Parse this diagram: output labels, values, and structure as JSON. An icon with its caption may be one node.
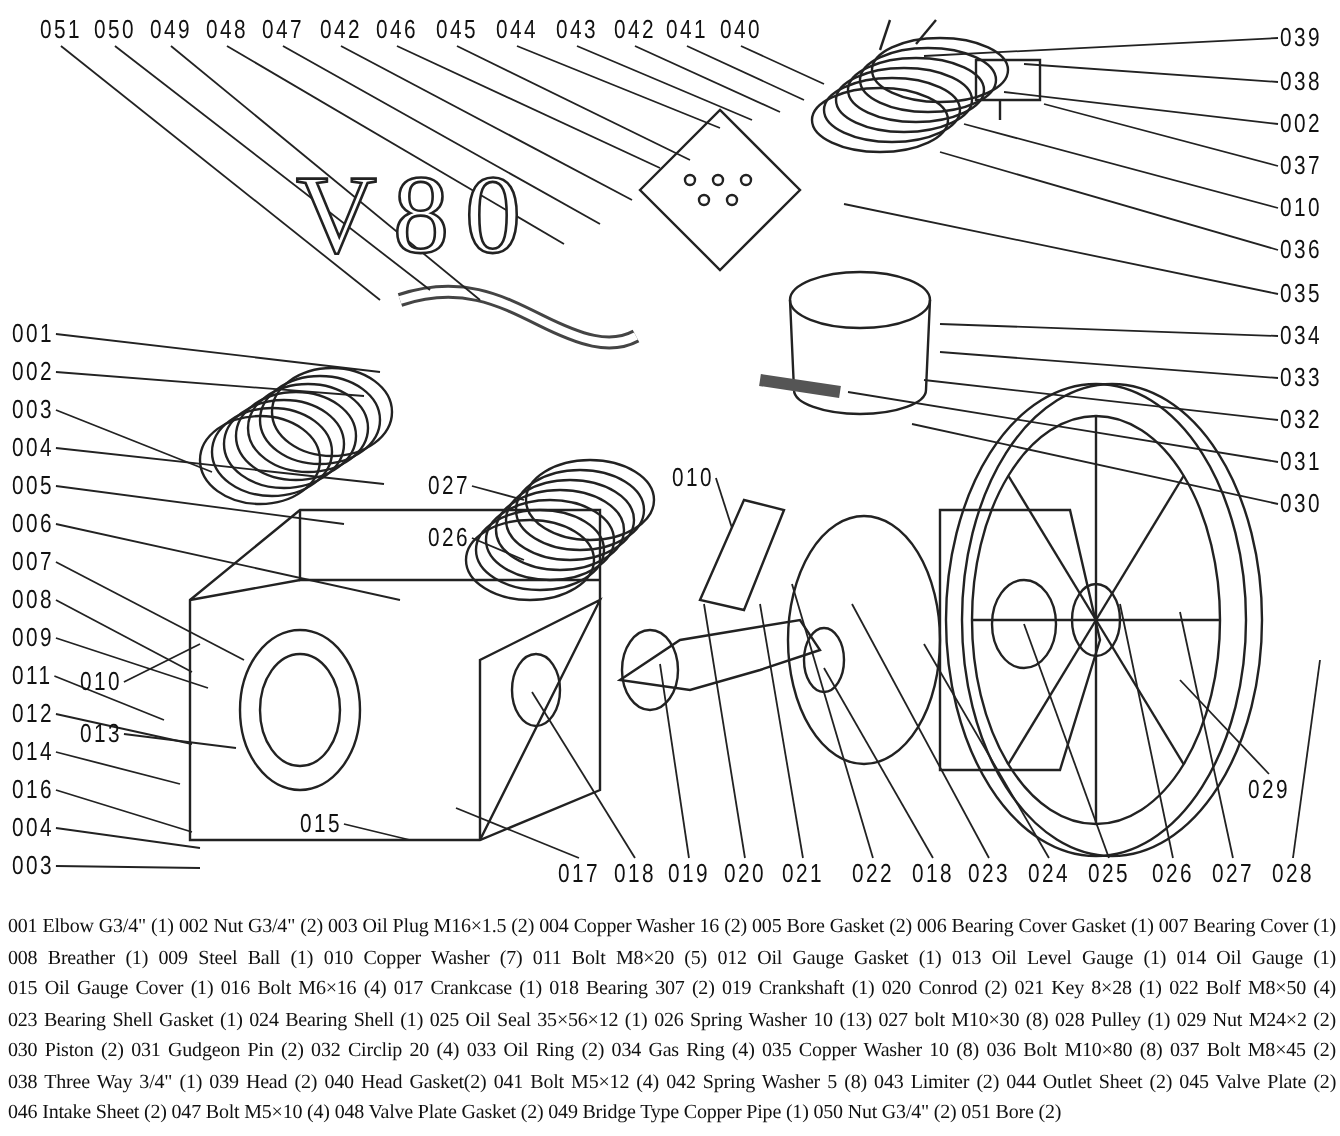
{
  "diagram": {
    "nodes": [
      {
        "text": [
          "051"
        ]
      },
      {
        "text": [
          "050"
        ]
      },
      {
        "text": [
          "049"
        ]
      },
      {
        "text": [
          "048"
        ]
      },
      {
        "text": [
          "047"
        ]
      },
      {
        "text": [
          "042"
        ]
      },
      {
        "text": [
          "046"
        ]
      },
      {
        "text": [
          "045"
        ]
      },
      {
        "text": [
          "044"
        ]
      },
      {
        "text": [
          "043"
        ]
      },
      {
        "text": [
          "042"
        ]
      },
      {
        "text": [
          "041"
        ]
      },
      {
        "text": [
          "040"
        ]
      },
      {
        "text": [
          "039"
        ]
      },
      {
        "text": [
          "038"
        ]
      },
      {
        "text": [
          "002"
        ]
      },
      {
        "text": [
          "037"
        ]
      },
      {
        "text": [
          "010"
        ]
      },
      {
        "text": [
          "036"
        ]
      },
      {
        "text": [
          "035"
        ]
      },
      {
        "text": [
          "034"
        ]
      },
      {
        "text": [
          "033"
        ]
      },
      {
        "text": [
          "032"
        ]
      },
      {
        "text": [
          "031"
        ]
      },
      {
        "text": [
          "030"
        ]
      },
      {
        "text": [
          "001"
        ]
      },
      {
        "text": [
          "002"
        ]
      },
      {
        "text": [
          "003"
        ]
      },
      {
        "text": [
          "004"
        ]
      },
      {
        "text": [
          "005"
        ]
      },
      {
        "text": [
          "006"
        ]
      },
      {
        "text": [
          "007"
        ]
      },
      {
        "text": [
          "008"
        ]
      },
      {
        "text": [
          "009"
        ]
      },
      {
        "text": [
          "010"
        ]
      },
      {
        "text": [
          "011"
        ]
      },
      {
        "text": [
          "012"
        ]
      },
      {
        "text": [
          "013"
        ]
      },
      {
        "text": [
          "014"
        ]
      },
      {
        "text": [
          "015"
        ]
      },
      {
        "text": [
          "016"
        ]
      },
      {
        "text": [
          "004"
        ]
      },
      {
        "text": [
          "003"
        ]
      },
      {
        "text": [
          "027"
        ]
      },
      {
        "text": [
          "026"
        ]
      },
      {
        "text": [
          "010"
        ]
      },
      {
        "text": [
          "029"
        ]
      },
      {
        "text": [
          "017"
        ]
      },
      {
        "text": [
          "018"
        ]
      },
      {
        "text": [
          "019"
        ]
      },
      {
        "text": [
          "020"
        ]
      },
      {
        "text": [
          "021"
        ]
      },
      {
        "text": [
          "022"
        ]
      },
      {
        "text": [
          "018"
        ]
      },
      {
        "text": [
          "023"
        ]
      },
      {
        "text": [
          "024"
        ]
      },
      {
        "text": [
          "025"
        ]
      },
      {
        "text": [
          "026"
        ]
      },
      {
        "text": [
          "027"
        ]
      },
      {
        "text": [
          "028"
        ]
      }
    ],
    "edges": [
      {
        "from": 0,
        "to": null,
        "arrow": "none"
      },
      {
        "from": 1,
        "to": null,
        "arrow": "none"
      },
      {
        "from": 2,
        "to": null,
        "arrow": "none"
      },
      {
        "from": 3,
        "to": null,
        "arrow": "none"
      },
      {
        "from": 4,
        "to": null,
        "arrow": "none"
      },
      {
        "from": 5,
        "to": null,
        "arrow": "none"
      },
      {
        "from": 6,
        "to": null,
        "arrow": "none"
      },
      {
        "from": 7,
        "to": null,
        "arrow": "none"
      },
      {
        "from": 8,
        "to": null,
        "arrow": "none"
      },
      {
        "from": 9,
        "to": null,
        "arrow": "none"
      },
      {
        "from": 10,
        "to": null,
        "arrow": "none"
      },
      {
        "from": 11,
        "to": null,
        "arrow": "none"
      },
      {
        "from": 12,
        "to": null,
        "arrow": "none"
      },
      {
        "from": 13,
        "to": null,
        "arrow": "none"
      },
      {
        "from": 14,
        "to": null,
        "arrow": "none"
      },
      {
        "from": 15,
        "to": null,
        "arrow": "none"
      },
      {
        "from": 16,
        "to": null,
        "arrow": "none"
      },
      {
        "from": 17,
        "to": null,
        "arrow": "none"
      },
      {
        "from": 18,
        "to": null,
        "arrow": "none"
      },
      {
        "from": 19,
        "to": null,
        "arrow": "none"
      },
      {
        "from": 20,
        "to": null,
        "arrow": "none"
      },
      {
        "from": 21,
        "to": null,
        "arrow": "none"
      },
      {
        "from": 22,
        "to": null,
        "arrow": "none"
      },
      {
        "from": 23,
        "to": null,
        "arrow": "none"
      },
      {
        "from": 24,
        "to": null,
        "arrow": "none"
      },
      {
        "from": 25,
        "to": null,
        "arrow": "none"
      },
      {
        "from": 26,
        "to": null,
        "arrow": "none"
      },
      {
        "from": 27,
        "to": null,
        "arrow": "none"
      },
      {
        "from": 28,
        "to": null,
        "arrow": "none"
      },
      {
        "from": 29,
        "to": null,
        "arrow": "none"
      },
      {
        "from": 30,
        "to": null,
        "arrow": "none"
      },
      {
        "from": 31,
        "to": null,
        "arrow": "none"
      },
      {
        "from": 32,
        "to": null,
        "arrow": "none"
      },
      {
        "from": 33,
        "to": null,
        "arrow": "none"
      },
      {
        "from": 34,
        "to": null,
        "arrow": "none"
      },
      {
        "from": 35,
        "to": null,
        "arrow": "none"
      },
      {
        "from": 36,
        "to": null,
        "arrow": "none"
      },
      {
        "from": 37,
        "to": null,
        "arrow": "none"
      },
      {
        "from": 38,
        "to": null,
        "arrow": "none"
      },
      {
        "from": 39,
        "to": null,
        "arrow": "none"
      },
      {
        "from": 40,
        "to": null,
        "arrow": "none"
      },
      {
        "from": 41,
        "to": null,
        "arrow": "none"
      },
      {
        "from": 42,
        "to": null,
        "arrow": "none"
      },
      {
        "from": 43,
        "to": null,
        "arrow": "none"
      },
      {
        "from": 44,
        "to": null,
        "arrow": "none"
      },
      {
        "from": 45,
        "to": null,
        "arrow": "none"
      },
      {
        "from": 46,
        "to": null,
        "arrow": "none"
      },
      {
        "from": 47,
        "to": null,
        "arrow": "none"
      },
      {
        "from": 48,
        "to": null,
        "arrow": "none"
      },
      {
        "from": 49,
        "to": null,
        "arrow": "none"
      },
      {
        "from": 50,
        "to": null,
        "arrow": "none"
      },
      {
        "from": 51,
        "to": null,
        "arrow": "none"
      },
      {
        "from": 52,
        "to": null,
        "arrow": "none"
      },
      {
        "from": 53,
        "to": null,
        "arrow": "none"
      },
      {
        "from": 54,
        "to": null,
        "arrow": "none"
      },
      {
        "from": 55,
        "to": null,
        "arrow": "none"
      },
      {
        "from": 56,
        "to": null,
        "arrow": "none"
      },
      {
        "from": 57,
        "to": null,
        "arrow": "none"
      },
      {
        "from": 58,
        "to": null,
        "arrow": "none"
      },
      {
        "from": 59,
        "to": null,
        "arrow": "none"
      }
    ],
    "labels": [
      "V80",
      "001 Elbow G3/4\" (1)",
      "002 Nut G3/4\" (2)",
      "003 Oil Plug M16×1.5 (2)",
      "004 Copper Washer 16 (2)",
      "005 Bore Gasket (2)",
      "006 Bearing Cover Gasket (1)",
      "007 Bearing Cover (1)",
      "008 Breather (1)",
      "009 Steel Ball (1)",
      "010 Copper Washer (7)",
      "011 Bolt M8×20 (5)",
      "012 Oil Gauge Gasket (1)",
      "013 Oil Level Gauge (1)",
      "014 Oil Gauge (1)",
      "015 Oil Gauge Cover (1)",
      "016 Bolt M6×16 (4)",
      "017 Crankcase (1)",
      "018 Bearing 307 (2)",
      "019 Crankshaft (1)",
      "020 Conrod (2)",
      "021 Key 8×28 (1)",
      "022 Bolf M8×50 (4)",
      "023 Bearing Shell Gasket (1)",
      "024 Bearing Shell (1)",
      "025 Oil Seal 35×56×12 (1)",
      "026 Spring Washer 10 (13)",
      "027 bolt M10×30 (8)",
      "028 Pulley (1)",
      "029 Nut M24×2 (2)",
      "030 Piston (2)",
      "031 Gudgeon Pin (2)",
      "032 Circlip 20 (4)",
      "033 Oil Ring (2)",
      "034 Gas Ring (4)",
      "035 Copper Washer 10 (8)",
      "036 Bolt M10×80 (8)",
      "037 Bolt M8×45 (2)",
      "038 Three Way 3/4\" (1)",
      "039 Head (2)",
      "040 Head Gasket(2)",
      "041 Bolt M5×12 (4)",
      "042 Spring Washer 5 (8)",
      "043 Limiter (2)",
      "044 Outlet Sheet (2)",
      "045 Valve Plate (2)",
      "046 Intake Sheet (2)",
      "047 Bolt M5×10 (4)",
      "048 Valve Plate Gasket (2)",
      "049 Bridge Type Copper Pipe (1)",
      "050 Nut G3/4\" (2)",
      "051 Bore (2)"
    ]
  }
}
